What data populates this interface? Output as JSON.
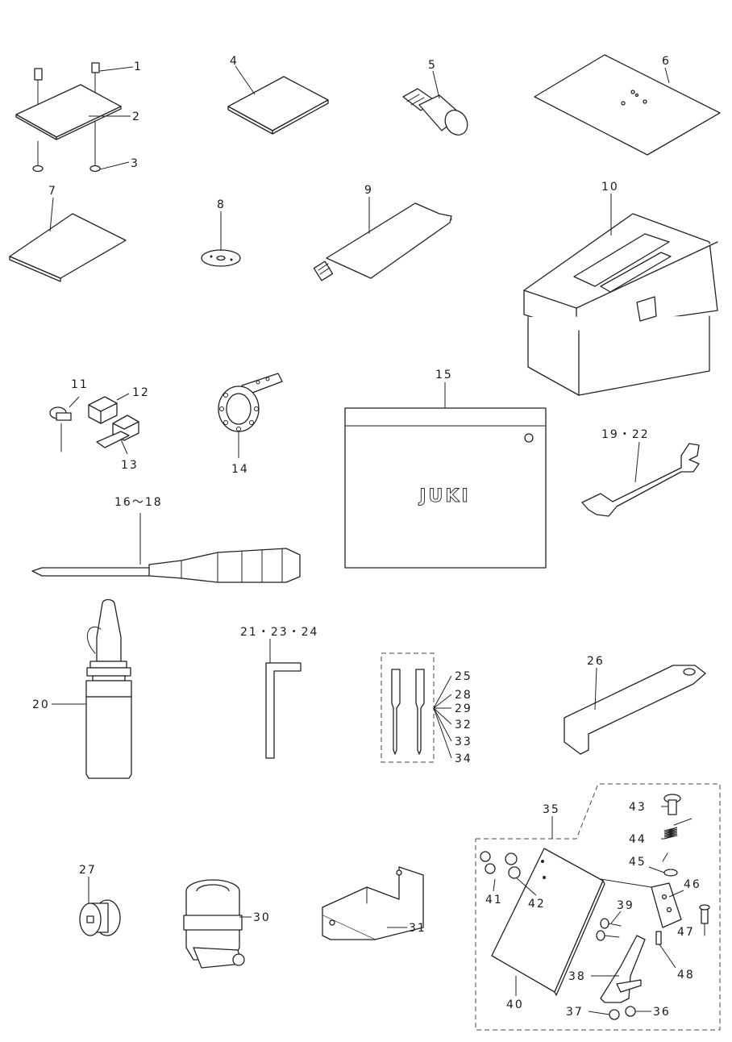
{
  "labels": {
    "l1": "1",
    "l2": "2",
    "l3": "3",
    "l4": "4",
    "l5": "5",
    "l6": "6",
    "l7": "7",
    "l8": "8",
    "l9": "9",
    "l10": "10",
    "l11": "11",
    "l12": "12",
    "l13": "13",
    "l14": "14",
    "l15": "15",
    "l16": "16～18",
    "l19": "19・22",
    "l20": "20",
    "l21": "21・23・24",
    "l25": "25",
    "l26": "26",
    "l27": "27",
    "l28": "28",
    "l29": "29",
    "l30": "30",
    "l31": "31",
    "l32": "32",
    "l33": "33",
    "l34": "34",
    "l35": "35",
    "l36": "36",
    "l37": "37",
    "l38": "38",
    "l39": "39",
    "l40": "40",
    "l41": "41",
    "l42": "42",
    "l43": "43",
    "l44": "44",
    "l45": "45",
    "l46": "46",
    "l47": "47",
    "l48": "48"
  },
  "bag_brand": "JUKI"
}
